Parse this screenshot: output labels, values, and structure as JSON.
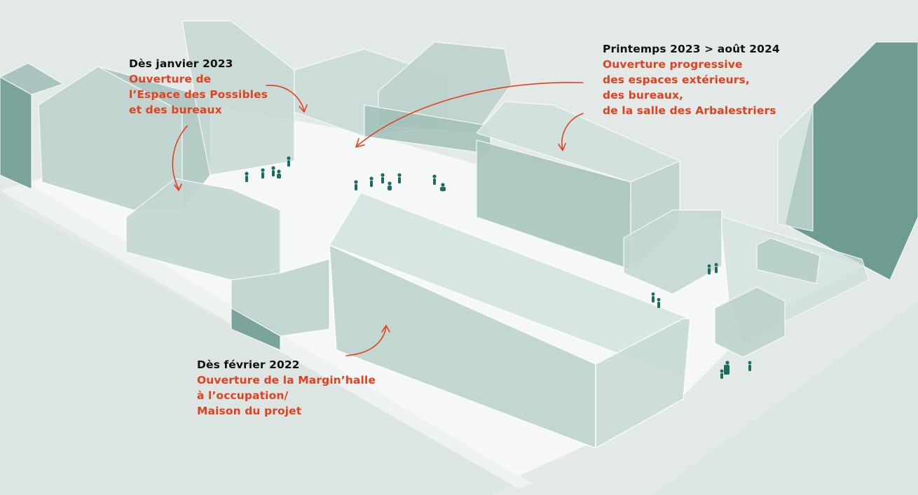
{
  "colors": {
    "background": "#e6ebe9",
    "ground": "#f4f6f5",
    "building_face": "#b9cfca",
    "building_dark": "#6f9c93",
    "building_edge": "#ffffff",
    "people": "#1f6b61",
    "date_text": "#111111",
    "accent": "#e3401f"
  },
  "annotations": {
    "janvier": {
      "date": "Dès janvier 2023",
      "lines": [
        "Ouverture de",
        "l’Espace des Possibles",
        "et des bureaux"
      ]
    },
    "printemps": {
      "date": "Printemps 2023 > août 2024",
      "lines": [
        "Ouverture progressive",
        "des espaces extérieurs,",
        "des bureaux,",
        "de la salle des Arbalestriers"
      ]
    },
    "fevrier": {
      "date": "Dès février 2022",
      "lines": [
        "Ouverture de la Margin’halle",
        "à l’occupation/",
        "Maison du projet"
      ]
    }
  }
}
